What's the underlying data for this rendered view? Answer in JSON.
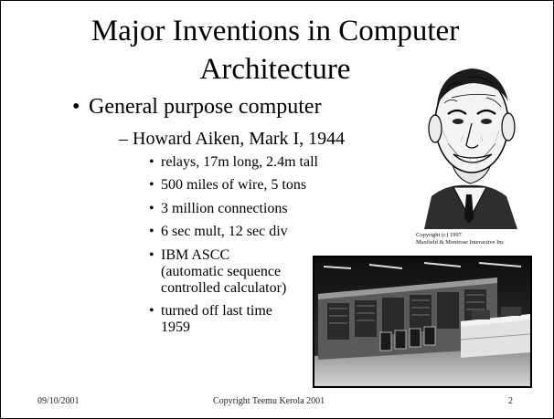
{
  "title": {
    "line1": "Major Inventions in Computer",
    "line2": "Architecture"
  },
  "bullets": {
    "level1": "General purpose computer",
    "level2": "– Howard Aiken, Mark I, 1944",
    "level3": [
      "relays, 17m long, 2.4m tall",
      "500 miles of wire, 5 tons",
      "3 million connections",
      "6 sec mult, 12 sec div",
      "IBM ASCC",
      "(automatic sequence",
      "controlled calculator)",
      "turned off last time",
      "1959"
    ]
  },
  "portrait_credit": {
    "line1": "Copyright (c) 1997.",
    "line2": "Maxfield & Montrose Interactive Inc"
  },
  "footer": {
    "date": "09/10/2001",
    "copyright": "Copyright Teemu Kerola 2001",
    "page": "2"
  }
}
